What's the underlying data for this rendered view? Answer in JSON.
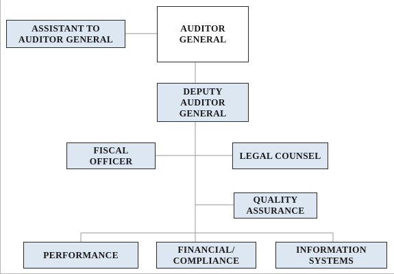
{
  "boxes": {
    "auditor_general": "AUDITOR\nGENERAL",
    "assistant": "ASSISTANT TO\nAUDITOR GENERAL",
    "deputy": "DEPUTY\nAUDITOR\nGENERAL",
    "fiscal_officer": "FISCAL\nOFFICER",
    "legal_counsel": "LEGAL COUNSEL",
    "quality_assurance": "QUALITY\nASSURANCE",
    "performance": "PERFORMANCE",
    "financial_compliance": "FINANCIAL/\nCOMPLIANCE",
    "information_systems": "INFORMATION\nSYSTEMS"
  },
  "colors": {
    "box_fill": "#dde7f1",
    "border": "#2a2a2a",
    "connector": "#9a9a9a"
  }
}
